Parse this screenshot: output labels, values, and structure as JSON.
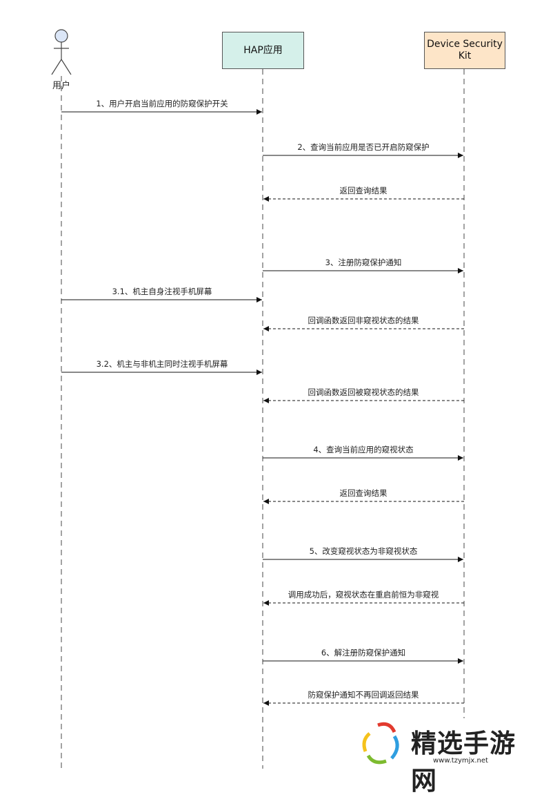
{
  "participants": {
    "user": "用户",
    "app": "HAP应用",
    "kit_line1": "Device Security",
    "kit_line2": "Kit"
  },
  "colors": {
    "app_box": "#d5f0ea",
    "kit_box": "#fde5c8",
    "actor_head": "#dbe6f7"
  },
  "messages": [
    {
      "from": "user",
      "to": "app",
      "type": "call",
      "label": "1、用户开启当前应用的防窥保护开关"
    },
    {
      "from": "app",
      "to": "kit",
      "type": "call",
      "label": "2、查询当前应用是否已开启防窥保护"
    },
    {
      "from": "kit",
      "to": "app",
      "type": "return",
      "label": "返回查询结果"
    },
    {
      "from": "app",
      "to": "kit",
      "type": "call",
      "label": "3、注册防窥保护通知"
    },
    {
      "from": "user",
      "to": "app",
      "type": "call",
      "label": "3.1、机主自身注视手机屏幕"
    },
    {
      "from": "kit",
      "to": "app",
      "type": "return",
      "label": "回调函数返回非窥视状态的结果"
    },
    {
      "from": "user",
      "to": "app",
      "type": "call",
      "label": "3.2、机主与非机主同时注视手机屏幕"
    },
    {
      "from": "kit",
      "to": "app",
      "type": "return",
      "label": "回调函数返回被窥视状态的结果"
    },
    {
      "from": "app",
      "to": "kit",
      "type": "call",
      "label": "4、查询当前应用的窥视状态"
    },
    {
      "from": "kit",
      "to": "app",
      "type": "return",
      "label": "返回查询结果"
    },
    {
      "from": "app",
      "to": "kit",
      "type": "call",
      "label": "5、改变窥视状态为非窥视状态"
    },
    {
      "from": "kit",
      "to": "app",
      "type": "return",
      "label": "调用成功后，窥视状态在重启前恒为非窥视"
    },
    {
      "from": "app",
      "to": "kit",
      "type": "call",
      "label": "6、解注册防窥保护通知"
    },
    {
      "from": "kit",
      "to": "app",
      "type": "return",
      "label": "防窥保护通知不再回调返回结果"
    }
  ],
  "watermark": {
    "title": "精选手游网",
    "url": "www.tzymjx.net"
  }
}
